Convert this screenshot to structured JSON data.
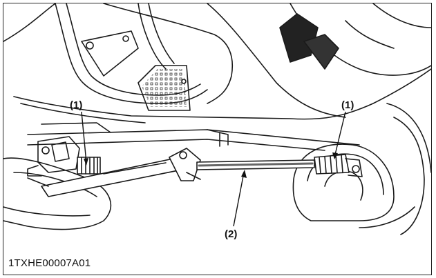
{
  "figure": {
    "id_code": "1TXHE00007A01",
    "callouts": [
      {
        "label": "(1)",
        "part": "left"
      },
      {
        "label": "(1)",
        "part": "right"
      },
      {
        "label": "(2)",
        "part": "middle"
      }
    ]
  }
}
